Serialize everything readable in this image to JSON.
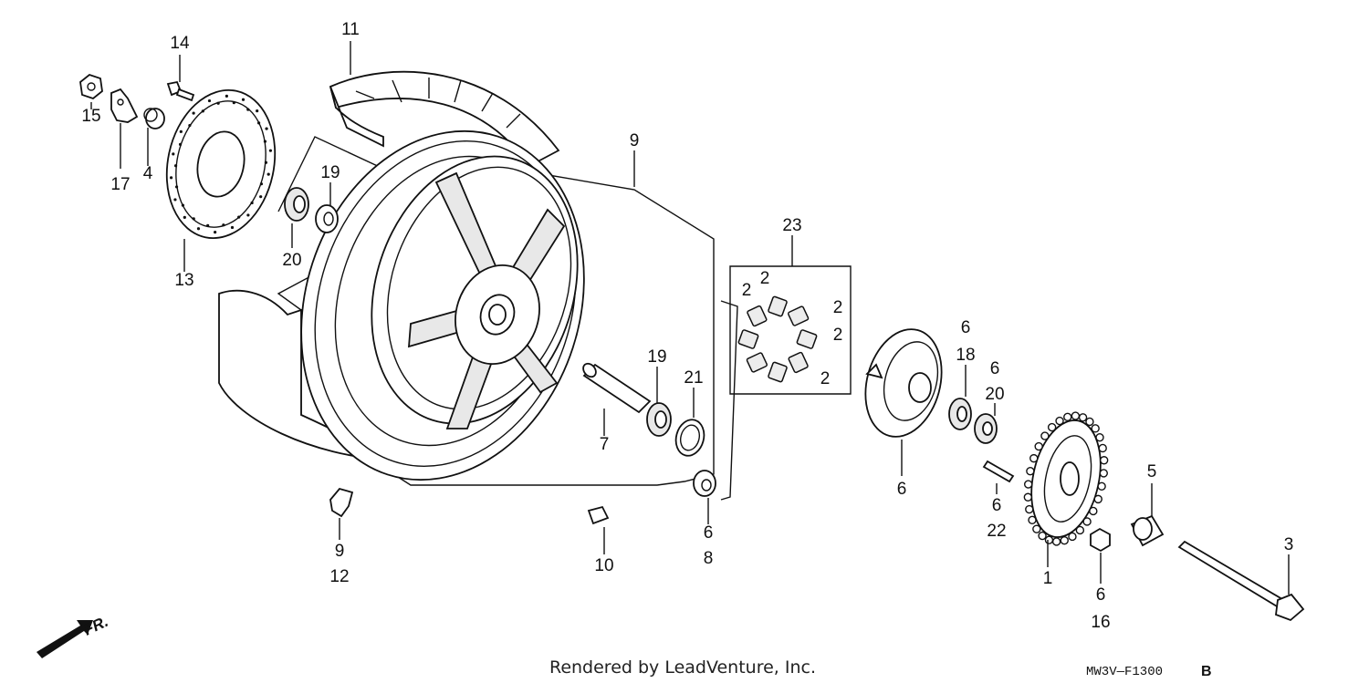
{
  "footer": {
    "credit": "Rendered by LeadVenture, Inc.",
    "code": "MW3V—F1300",
    "code_suffix": "B"
  },
  "direction": {
    "label": "FR."
  },
  "callouts": {
    "c1": "1",
    "c2a": "2",
    "c2b": "2",
    "c2c": "2",
    "c2d": "2",
    "c2e": "2",
    "c3": "3",
    "c4": "4",
    "c5": "5",
    "c6a": "6",
    "c6b": "6",
    "c6c": "6",
    "c6d": "6",
    "c6e": "6",
    "c6f": "6",
    "c7": "7",
    "c8": "8",
    "c9a": "9",
    "c9b": "9",
    "c10": "10",
    "c11": "11",
    "c12": "12",
    "c13": "13",
    "c14": "14",
    "c15": "15",
    "c16": "16",
    "c17": "17",
    "c18": "18",
    "c19a": "19",
    "c19b": "19",
    "c20a": "20",
    "c20b": "20",
    "c21": "21",
    "c22": "22",
    "c23": "23"
  }
}
